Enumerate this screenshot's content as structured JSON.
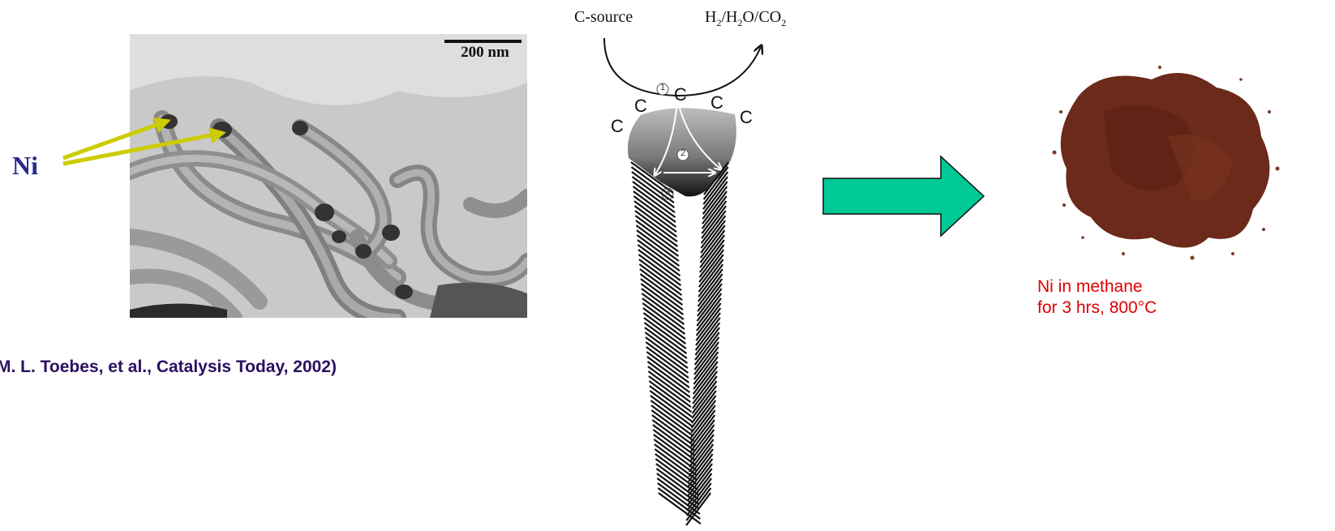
{
  "tem_figure": {
    "scale_bar_label": "200 nm",
    "particle_label": "Ni",
    "citation": "M. L. Toebes, et al., Catalysis Today, 2002)"
  },
  "growth_diagram": {
    "carbon_source_label": "C-source",
    "products_label_parts": [
      "H",
      "2",
      "/H",
      "2",
      "O/CO",
      "2"
    ],
    "carbon_atom_label": "C",
    "step_markers": [
      "1",
      "2",
      "3"
    ]
  },
  "sample": {
    "caption_lines": [
      "Ni in methane",
      "for 3 hrs, 800°C"
    ]
  },
  "colors": {
    "pointer_arrow": "#cccc00",
    "ni_label": "#2a2a8a",
    "citation": "#2a1060",
    "process_arrow": "#00c896",
    "caption": "#e00000",
    "sample_powder": "#6b2a1a"
  }
}
